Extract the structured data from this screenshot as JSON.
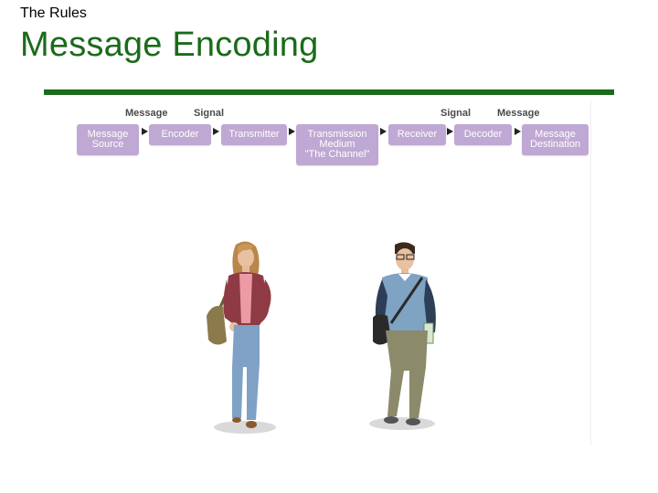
{
  "slide": {
    "kicker": "The Rules",
    "title": "Message Encoding"
  },
  "diagram": {
    "top_labels": [
      "Message",
      "Signal",
      "Signal",
      "Message"
    ],
    "nodes": [
      "Message\nSource",
      "Encoder",
      "Transmitter",
      "Transmission\nMedium\n\"The Channel\"",
      "Receiver",
      "Decoder",
      "Message\nDestination"
    ],
    "colors": {
      "node_fill": "#bfa8d3",
      "rule": "#1a6b1a",
      "title": "#1a6b1a"
    }
  },
  "illustration": {
    "people": [
      "woman-with-shoulder-bag",
      "man-with-messenger-bag"
    ]
  }
}
